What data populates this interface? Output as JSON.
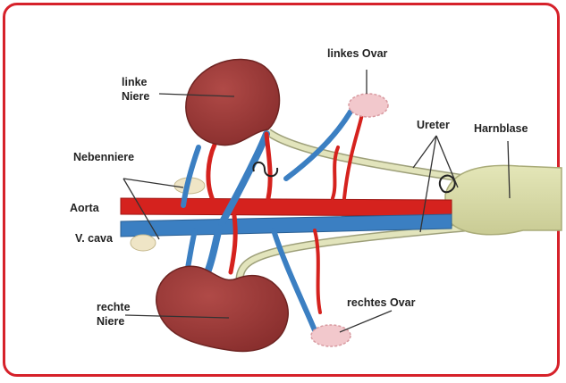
{
  "labels": {
    "linke_niere_line1": "linke",
    "linke_niere_line2": "Niere",
    "linkes_ovar": "linkes Ovar",
    "ureter": "Ureter",
    "harnblase": "Harnblase",
    "nebenniere": "Nebenniere",
    "aorta": "Aorta",
    "v_cava": "V. cava",
    "rechte_niere_line1": "rechte",
    "rechte_niere_line2": "Niere",
    "rechtes_ovar": "rechtes Ovar"
  },
  "colors": {
    "frame": "#d6212a",
    "kidney": "#9a3a38",
    "artery": "#d5221e",
    "vein": "#3b7fc2",
    "ureter": "#d9dcb0",
    "bladder": "#d6d8a6",
    "ovary": "#f2c8cc"
  }
}
